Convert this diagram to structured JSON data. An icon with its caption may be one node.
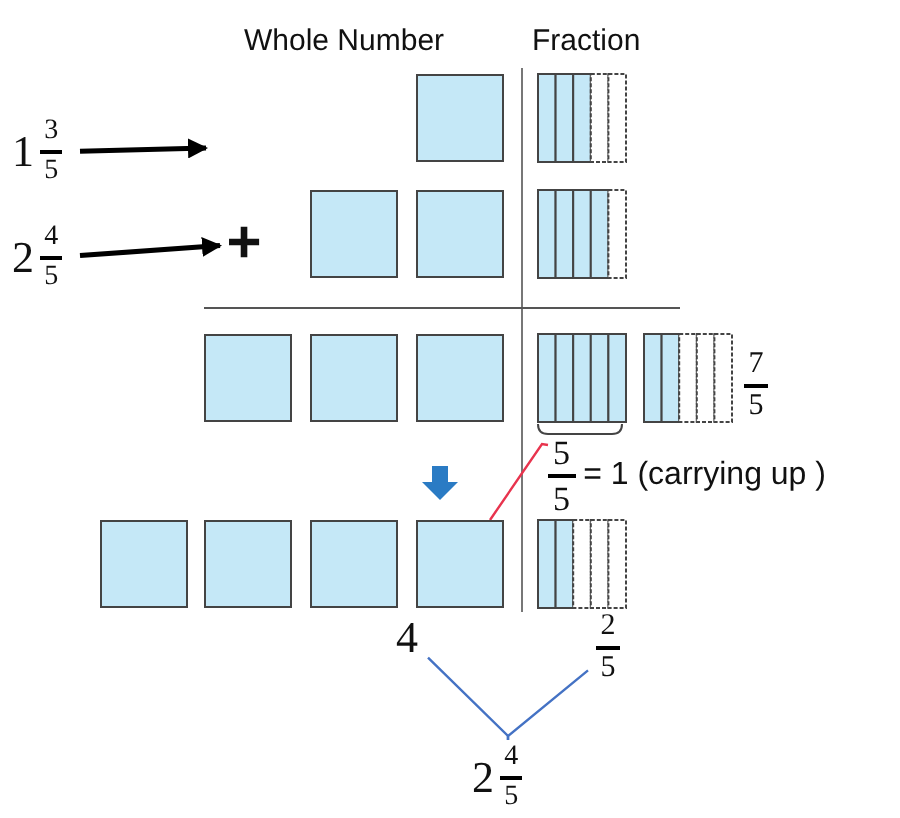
{
  "diagram": {
    "nodes": [
      {
        "text": [
          "1",
          "3",
          "5"
        ]
      },
      {
        "text": [],
        "shape": "box"
      },
      {
        "text": [
          "2",
          "4",
          "5"
        ]
      },
      {
        "text": [
          "+"
        ]
      },
      {
        "text": [],
        "shape": "box"
      },
      {
        "text": [],
        "shape": "box"
      },
      {
        "text": [],
        "shape": "box"
      },
      {
        "text": [],
        "shape": "box"
      },
      {
        "text": [],
        "shape": "box"
      },
      {
        "text": [
          "5",
          "5",
          "= 1 (carrying up )"
        ]
      },
      {
        "text": [],
        "shape": "box"
      },
      {
        "text": [],
        "shape": "box"
      },
      {
        "text": [],
        "shape": "box"
      },
      {
        "text": [],
        "shape": "box"
      },
      {
        "text": [
          "4"
        ]
      },
      {
        "text": [
          "2",
          "5"
        ]
      },
      {
        "text": [
          "2",
          "4",
          "5"
        ]
      }
    ],
    "edges": [
      {
        "from": 0,
        "to": null,
        "arrow": "to"
      },
      {
        "from": 2,
        "to": 3,
        "arrow": "to"
      },
      {
        "from": 9,
        "to": 13,
        "arrow": "none",
        "color": "#e8344e"
      },
      {
        "from": 14,
        "to": 16,
        "arrow": "none",
        "color": "#4472c4"
      },
      {
        "from": 15,
        "to": 16,
        "arrow": "none",
        "color": "#4472c4"
      }
    ],
    "labels": [
      "Whole Number",
      "Fraction",
      "7",
      "5"
    ]
  }
}
